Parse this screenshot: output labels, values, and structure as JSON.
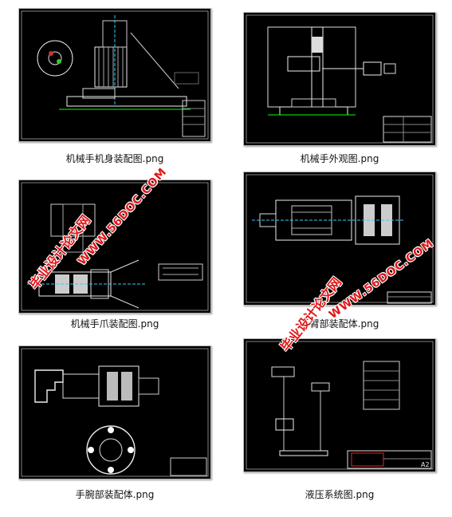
{
  "files": [
    {
      "caption": "机械手机身装配图.png"
    },
    {
      "caption": "机械手外观图.png"
    },
    {
      "caption": "机械手爪装配图.png"
    },
    {
      "caption": "手臂部装配体.png"
    },
    {
      "caption": "手腕部装配体.png"
    },
    {
      "caption": "液压系统图.png"
    }
  ],
  "watermarks": {
    "site_cn": "毕业设计论文网",
    "site_url": "WWW.56DOC.COM"
  },
  "drawing_stamp": "A2"
}
